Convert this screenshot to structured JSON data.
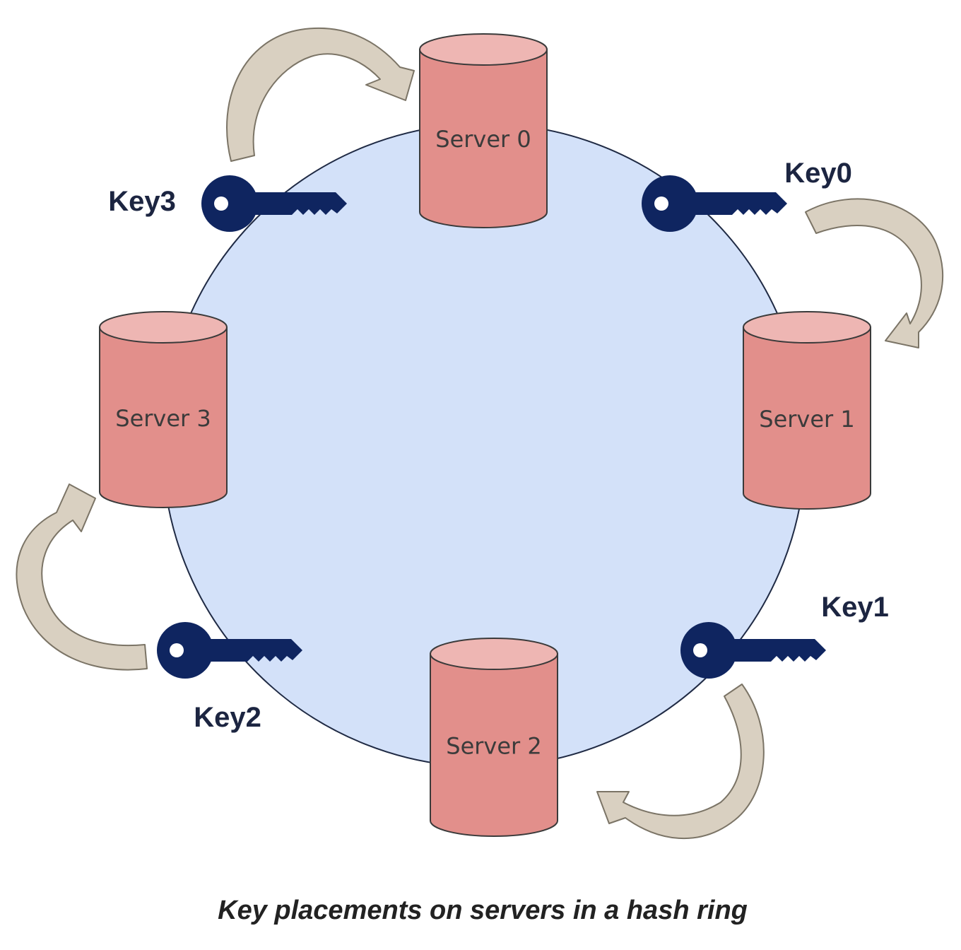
{
  "caption": "Key placements on servers in a hash ring",
  "servers": [
    {
      "id": "server-0",
      "label": "Server 0"
    },
    {
      "id": "server-1",
      "label": "Server 1"
    },
    {
      "id": "server-2",
      "label": "Server 2"
    },
    {
      "id": "server-3",
      "label": "Server 3"
    }
  ],
  "keys": [
    {
      "id": "key-0",
      "label": "Key0",
      "assigned_to": "Server 1"
    },
    {
      "id": "key-1",
      "label": "Key1",
      "assigned_to": "Server 2"
    },
    {
      "id": "key-2",
      "label": "Key2",
      "assigned_to": "Server 3"
    },
    {
      "id": "key-3",
      "label": "Key3",
      "assigned_to": "Server 0"
    }
  ],
  "colors": {
    "ring_fill": "#d3e1f9",
    "ring_stroke": "#1f2a44",
    "server_body": "#e28f8b",
    "server_top": "#eeb6b3",
    "server_stroke": "#3a3a3a",
    "key": "#0f2560",
    "arrow_fill": "#d9d0c1",
    "arrow_stroke": "#7b7466"
  },
  "icons": {
    "key": "key-icon",
    "server": "database-cylinder-icon",
    "arrow": "curved-arrow-icon"
  }
}
